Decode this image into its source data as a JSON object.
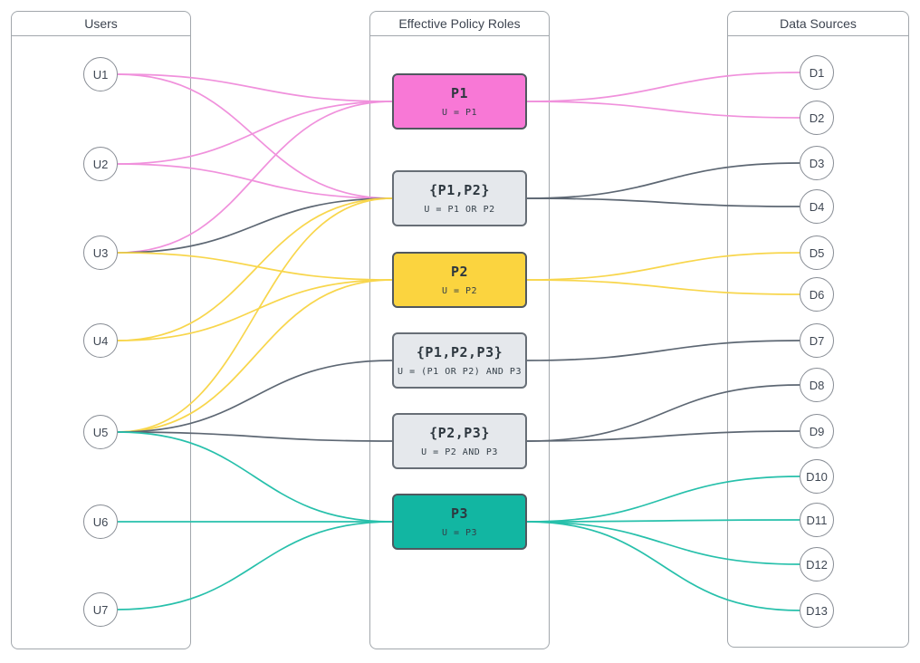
{
  "panels": {
    "users": {
      "title": "Users"
    },
    "roles": {
      "title": "Effective Policy Roles"
    },
    "sources": {
      "title": "Data Sources"
    }
  },
  "users": [
    {
      "id": "U1",
      "label": "U1"
    },
    {
      "id": "U2",
      "label": "U2"
    },
    {
      "id": "U3",
      "label": "U3"
    },
    {
      "id": "U4",
      "label": "U4"
    },
    {
      "id": "U5",
      "label": "U5"
    },
    {
      "id": "U6",
      "label": "U6"
    },
    {
      "id": "U7",
      "label": "U7"
    }
  ],
  "roles": [
    {
      "id": "R_P1",
      "title": "P1",
      "subtitle": "U = P1",
      "variant": "pink"
    },
    {
      "id": "R_P1P2",
      "title": "{P1,P2}",
      "subtitle": "U = P1 OR P2",
      "variant": "gray"
    },
    {
      "id": "R_P2",
      "title": "P2",
      "subtitle": "U = P2",
      "variant": "yellow"
    },
    {
      "id": "R_P1P2P3",
      "title": "{P1,P2,P3}",
      "subtitle": "U = (P1 OR P2) AND P3",
      "variant": "gray"
    },
    {
      "id": "R_P2P3",
      "title": "{P2,P3}",
      "subtitle": "U = P2 AND P3",
      "variant": "gray"
    },
    {
      "id": "R_P3",
      "title": "P3",
      "subtitle": "U = P3",
      "variant": "teal"
    }
  ],
  "data_sources": [
    {
      "id": "D1",
      "label": "D1"
    },
    {
      "id": "D2",
      "label": "D2"
    },
    {
      "id": "D3",
      "label": "D3"
    },
    {
      "id": "D4",
      "label": "D4"
    },
    {
      "id": "D5",
      "label": "D5"
    },
    {
      "id": "D6",
      "label": "D6"
    },
    {
      "id": "D7",
      "label": "D7"
    },
    {
      "id": "D8",
      "label": "D8"
    },
    {
      "id": "D9",
      "label": "D9"
    },
    {
      "id": "D10",
      "label": "D10"
    },
    {
      "id": "D11",
      "label": "D11"
    },
    {
      "id": "D12",
      "label": "D12"
    },
    {
      "id": "D13",
      "label": "D13"
    }
  ],
  "edges": {
    "user_to_role": [
      {
        "from": "U1",
        "to": "R_P1",
        "color": "pink"
      },
      {
        "from": "U1",
        "to": "R_P1P2",
        "color": "pink"
      },
      {
        "from": "U2",
        "to": "R_P1",
        "color": "pink"
      },
      {
        "from": "U2",
        "to": "R_P1P2",
        "color": "pink"
      },
      {
        "from": "U3",
        "to": "R_P1",
        "color": "pink"
      },
      {
        "from": "U3",
        "to": "R_P1P2",
        "color": "gray"
      },
      {
        "from": "U3",
        "to": "R_P2",
        "color": "yellow"
      },
      {
        "from": "U4",
        "to": "R_P1P2",
        "color": "yellow"
      },
      {
        "from": "U4",
        "to": "R_P2",
        "color": "yellow"
      },
      {
        "from": "U5",
        "to": "R_P1P2",
        "color": "yellow"
      },
      {
        "from": "U5",
        "to": "R_P2",
        "color": "yellow"
      },
      {
        "from": "U5",
        "to": "R_P1P2P3",
        "color": "gray"
      },
      {
        "from": "U5",
        "to": "R_P2P3",
        "color": "gray"
      },
      {
        "from": "U5",
        "to": "R_P3",
        "color": "teal"
      },
      {
        "from": "U6",
        "to": "R_P3",
        "color": "teal"
      },
      {
        "from": "U7",
        "to": "R_P3",
        "color": "teal"
      }
    ],
    "role_to_source": [
      {
        "from": "R_P1",
        "to": "D1",
        "color": "pink"
      },
      {
        "from": "R_P1",
        "to": "D2",
        "color": "pink"
      },
      {
        "from": "R_P1P2",
        "to": "D3",
        "color": "gray"
      },
      {
        "from": "R_P1P2",
        "to": "D4",
        "color": "gray"
      },
      {
        "from": "R_P2",
        "to": "D5",
        "color": "yellow"
      },
      {
        "from": "R_P2",
        "to": "D6",
        "color": "yellow"
      },
      {
        "from": "R_P1P2P3",
        "to": "D7",
        "color": "gray"
      },
      {
        "from": "R_P2P3",
        "to": "D8",
        "color": "gray"
      },
      {
        "from": "R_P2P3",
        "to": "D9",
        "color": "gray"
      },
      {
        "from": "R_P3",
        "to": "D10",
        "color": "teal"
      },
      {
        "from": "R_P3",
        "to": "D11",
        "color": "teal"
      },
      {
        "from": "R_P3",
        "to": "D12",
        "color": "teal"
      },
      {
        "from": "R_P3",
        "to": "D13",
        "color": "teal"
      }
    ]
  },
  "colors": {
    "edge": {
      "pink": "#f091dc",
      "yellow": "#f8d64c",
      "gray": "#5d6773",
      "teal": "#27c0ab"
    },
    "role_fill": {
      "pink": "#f878d6",
      "yellow": "#fbd43f",
      "teal": "#12b6a2",
      "gray": "#e5e8ec"
    }
  }
}
